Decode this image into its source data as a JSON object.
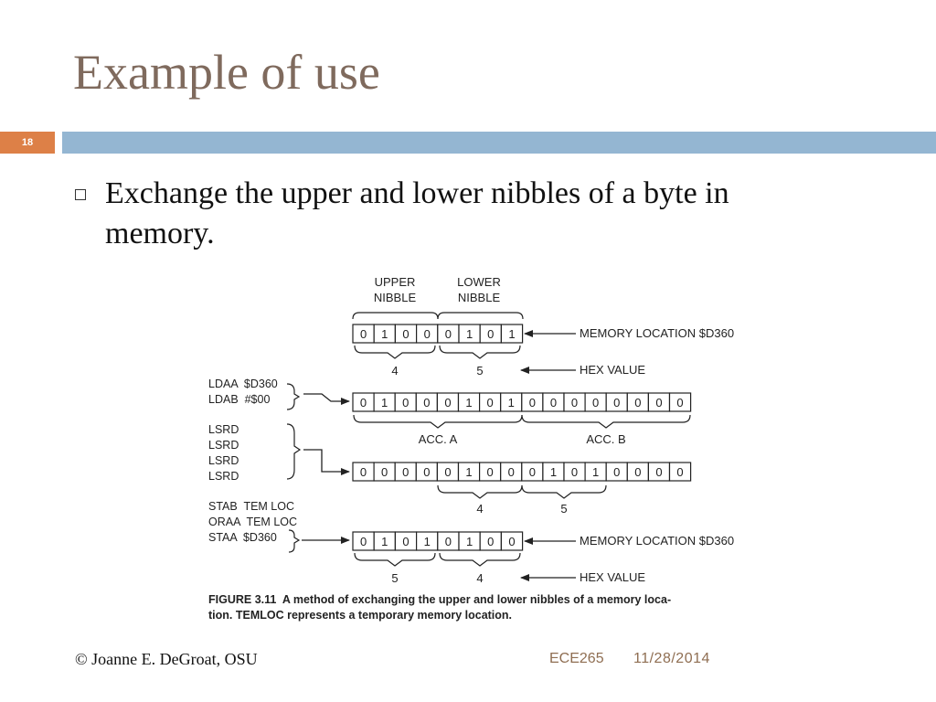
{
  "slide": {
    "title": "Example of use",
    "number": "18",
    "bullet_line1": "Exchange the upper and lower nibbles of a byte in",
    "bullet_line2": "memory."
  },
  "figure": {
    "upper_nibble": [
      "UPPER",
      "NIBBLE"
    ],
    "lower_nibble": [
      "LOWER",
      "NIBBLE"
    ],
    "row1_bits": [
      "0",
      "1",
      "0",
      "0",
      "0",
      "1",
      "0",
      "1"
    ],
    "row1_label": "MEMORY LOCATION $D360",
    "row1_hex": [
      "4",
      "5"
    ],
    "hex_label": "HEX VALUE",
    "load_code": [
      "LDAA  $D360",
      "LDAB  #$00"
    ],
    "row2_bits": [
      "0",
      "1",
      "0",
      "0",
      "0",
      "1",
      "0",
      "1",
      "0",
      "0",
      "0",
      "0",
      "0",
      "0",
      "0",
      "0"
    ],
    "acc_a": "ACC. A",
    "acc_b": "ACC. B",
    "shift_code": [
      "LSRD",
      "LSRD",
      "LSRD",
      "LSRD"
    ],
    "row3_bits": [
      "0",
      "0",
      "0",
      "0",
      "0",
      "1",
      "0",
      "0",
      "0",
      "1",
      "0",
      "1",
      "0",
      "0",
      "0",
      "0"
    ],
    "row3_hex": [
      "4",
      "5"
    ],
    "store_code": [
      "STAB  TEM LOC",
      "ORAA  TEM LOC",
      "STAA  $D360"
    ],
    "row4_bits": [
      "0",
      "1",
      "0",
      "1",
      "0",
      "1",
      "0",
      "0"
    ],
    "row4_label": "MEMORY LOCATION $D360",
    "row4_hex": [
      "5",
      "4"
    ],
    "hex_label2": "HEX VALUE",
    "caption_line1": "FIGURE 3.11  A method of exchanging the upper and lower nibbles of a memory loca-",
    "caption_line2": "tion. TEMLOC represents a temporary memory location."
  },
  "footer": {
    "author": "© Joanne E. DeGroat, OSU",
    "course": "ECE265",
    "date": "11/28/2014"
  }
}
